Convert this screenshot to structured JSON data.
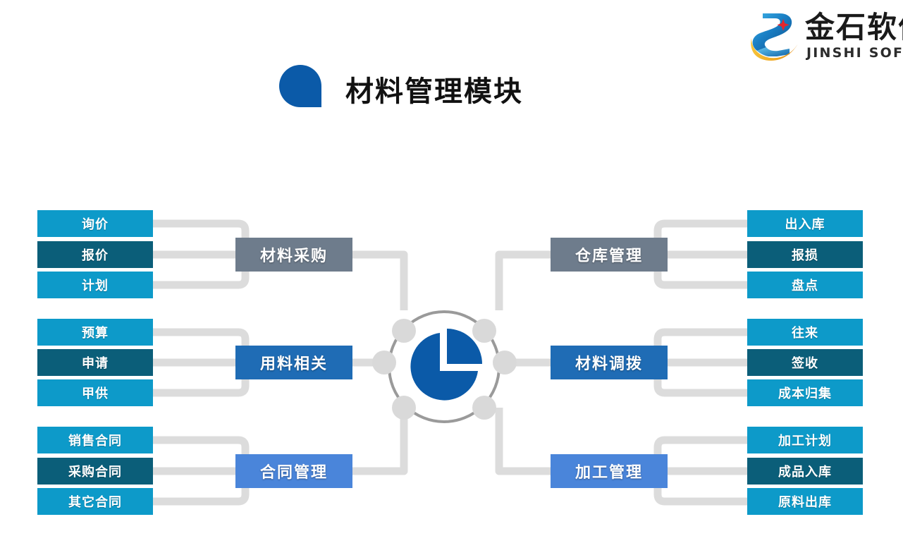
{
  "brand": {
    "logo_icon": "jinshi-s-swoosh-logo",
    "name_cn": "金石软件",
    "name_en": "JINSHI SOFTWARE"
  },
  "header": {
    "drop_icon": "blue-droplet",
    "title": "材料管理模块"
  },
  "center": {
    "hub_icon": "pie-chart-icon",
    "ring_icon": "connector-ring",
    "node_count": 6
  },
  "colors": {
    "leaf_cyan": "#0d9ac9",
    "leaf_teal": "#0b5e79",
    "hub_gray": "#6e7c8c",
    "hub_blue": "#1f6cb5",
    "hub_light_blue": "#4a85da",
    "connector": "#dcdcdc",
    "ring": "#9a9a9a",
    "node": "#d9d9d9",
    "accent_blue": "#0b5aa8",
    "title_text": "#111111"
  },
  "groups": {
    "left": [
      {
        "hub": "材料采购",
        "hub_style": "gray",
        "leaves": [
          "询价",
          "报价",
          "计划"
        ]
      },
      {
        "hub": "用料相关",
        "hub_style": "blue",
        "leaves": [
          "预算",
          "申请",
          "甲供"
        ]
      },
      {
        "hub": "合同管理",
        "hub_style": "lblue",
        "leaves": [
          "销售合同",
          "采购合同",
          "其它合同"
        ]
      }
    ],
    "right": [
      {
        "hub": "仓库管理",
        "hub_style": "gray",
        "leaves": [
          "出入库",
          "报损",
          "盘点"
        ]
      },
      {
        "hub": "材料调拨",
        "hub_style": "blue",
        "leaves": [
          "往来",
          "签收",
          "成本归集"
        ]
      },
      {
        "hub": "加工管理",
        "hub_style": "lblue",
        "leaves": [
          "加工计划",
          "成品入库",
          "原料出库"
        ]
      }
    ]
  }
}
